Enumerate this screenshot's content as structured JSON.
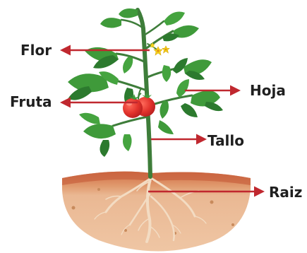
{
  "labels": {
    "flor": "Flor",
    "fruta": "Fruta",
    "hoja": "Hoja",
    "tallo": "Tallo",
    "raiz": "Raiz"
  },
  "colors": {
    "arrow": "#c0282f",
    "leaf": "#3f9a3a",
    "leaf_dark": "#2c7a2e",
    "stem": "#3e7d3a",
    "tomato": "#e23a32",
    "flower": "#f5d21c",
    "soil_top": "#d5744a",
    "soil": "#e8b48c",
    "root": "#f2dcc4"
  }
}
